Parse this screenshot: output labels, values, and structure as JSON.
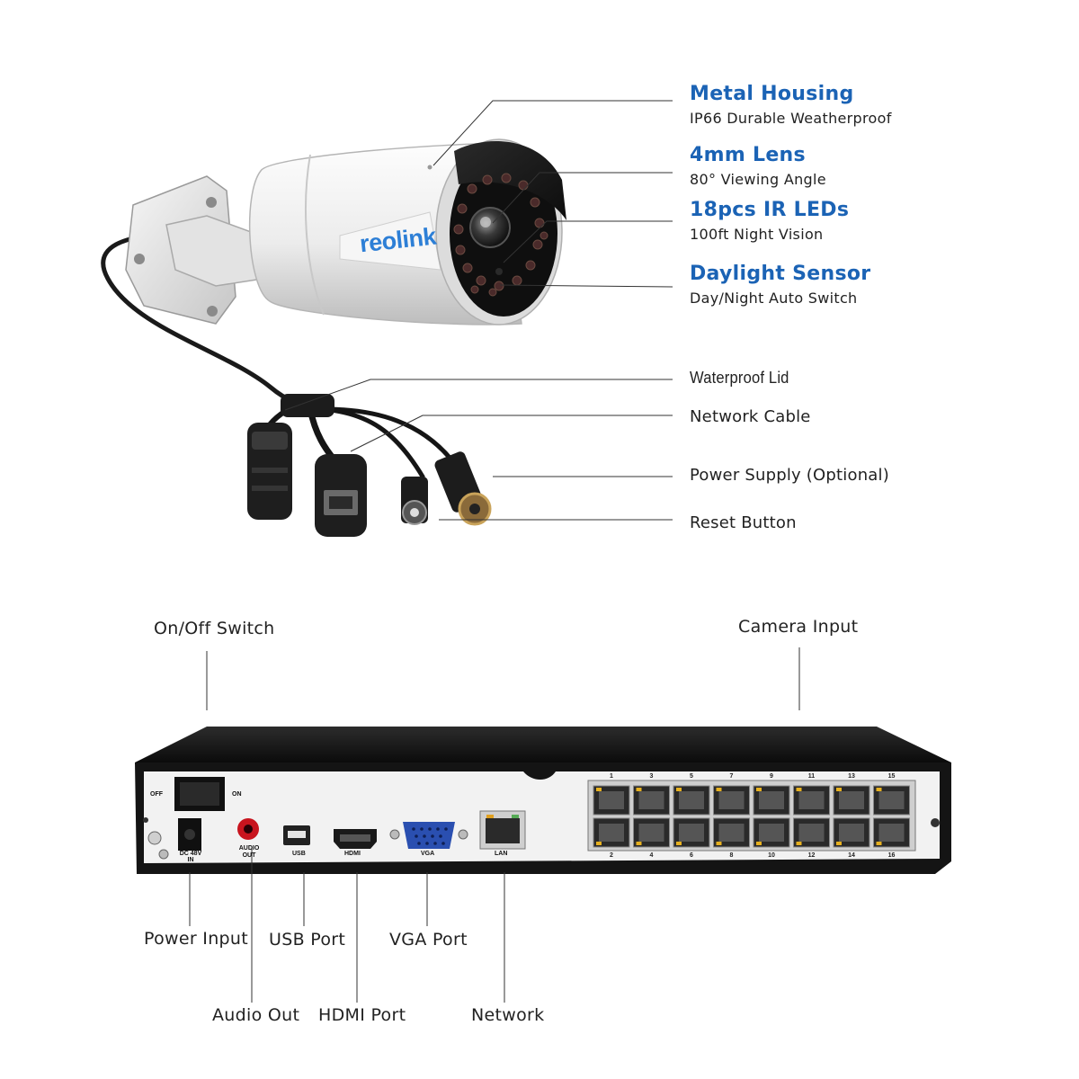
{
  "camera": {
    "brand_logo": "reolink",
    "features": [
      {
        "title": "Metal Housing",
        "subtitle": "IP66 Durable Weatherproof"
      },
      {
        "title": "4mm Lens",
        "subtitle": "80° Viewing Angle"
      },
      {
        "title": "18pcs IR LEDs",
        "subtitle": "100ft Night Vision"
      },
      {
        "title": "Daylight Sensor",
        "subtitle": "Day/Night Auto Switch"
      }
    ],
    "connectors": [
      "Waterproof Lid",
      "Network Cable",
      "Power Supply (Optional)",
      "Reset Button"
    ]
  },
  "nvr": {
    "top_labels": {
      "switch": "On/Off Switch",
      "camera_input": "Camera Input"
    },
    "bottom_labels": {
      "power_input": "Power Input",
      "usb_port": "USB Port",
      "vga_port": "VGA Port",
      "audio_out": "Audio Out",
      "hdmi_port": "HDMI Port",
      "network": "Network"
    },
    "panel_text": {
      "off": "OFF",
      "on": "ON",
      "dc_line1": "DC 48V",
      "dc_line2": "IN",
      "audio_line1": "AUDIO",
      "audio_line2": "OUT",
      "usb": "USB",
      "hdmi": "HDMI",
      "vga": "VGA",
      "lan": "LAN"
    },
    "port_numbers_top": [
      "1",
      "3",
      "5",
      "7",
      "9",
      "11",
      "13",
      "15"
    ],
    "port_numbers_bottom": [
      "2",
      "4",
      "6",
      "8",
      "10",
      "12",
      "14",
      "16"
    ]
  },
  "colors": {
    "feature_title": "#1b63b5",
    "logo": "#2d7fd6",
    "nvr_body": "#1a1a1a",
    "nvr_panel": "#f2f2f2",
    "vga_blue": "#2a4fb0",
    "audio_red": "#c8141e"
  }
}
